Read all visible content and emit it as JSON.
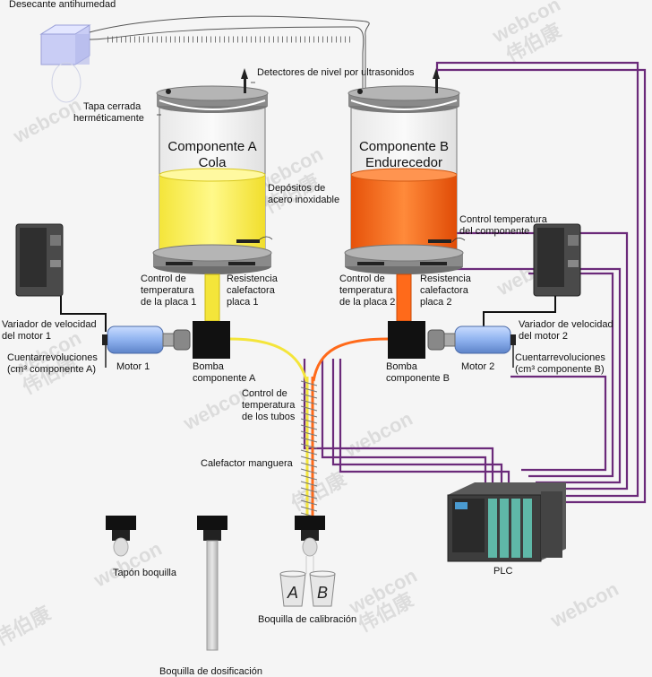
{
  "labels": {
    "desiccant": "Desecante antihumedad",
    "level_detectors": "Detectores de nivel por ultrasonidos",
    "lid_1": "Tapa cerrada",
    "lid_2": "hermética­mente",
    "component_a_1": "Componente A",
    "component_a_2": "Cola",
    "component_b_1": "Componente B",
    "component_b_2": "Endurecedor",
    "tanks_1": "Depósitos de",
    "tanks_2": "acero inoxidable",
    "temp_comp_1": "Control temperatura",
    "temp_comp_2": "del componente",
    "plate1_temp_1": "Control de",
    "plate1_temp_2": "temperatura",
    "plate1_temp_3": "de la placa 1",
    "plate1_heat_1": "Resistencia",
    "plate1_heat_2": "calefactora",
    "plate1_heat_3": "placa 1",
    "plate2_temp_1": "Control de",
    "plate2_temp_2": "temperatura",
    "plate2_temp_3": "de la placa 2",
    "plate2_heat_1": "Resistencia",
    "plate2_heat_2": "calefactora",
    "plate2_heat_3": "placa 2",
    "vfd1_1": "Variador de velocidad",
    "vfd1_2": "del motor 1",
    "vfd2_1": "Variador de velocidad",
    "vfd2_2": "del motor 2",
    "counter1_1": "Cuentarrevoluciones",
    "counter1_2": "(cm³ componente A)",
    "counter2_1": "Cuentarrevoluciones",
    "counter2_2": "(cm³ componente B)",
    "motor1": "Motor 1",
    "motor2": "Motor 2",
    "pump_a_1": "Bomba",
    "pump_a_2": "componente A",
    "pump_b_1": "Bomba",
    "pump_b_2": "componente B",
    "tube_temp_1": "Control de",
    "tube_temp_2": "temperatura",
    "tube_temp_3": "de los tubos",
    "hose_heater": "Calefactor manguera",
    "nozzle_cap": "Tapón boquilla",
    "calib_nozzle": "Boquilla de calibración",
    "dose_nozzle": "Boquilla de dosificación",
    "plc": "PLC",
    "cup_a": "A",
    "cup_b": "B"
  },
  "watermark": {
    "brand": "webcon",
    "chinese": "伟伯康"
  },
  "colors": {
    "component_a": "#fff566",
    "component_b": "#ff6a1a",
    "plate": "#8a8a8a",
    "signal_wire": "#6b2a7a",
    "background": "#f5f5f5"
  }
}
